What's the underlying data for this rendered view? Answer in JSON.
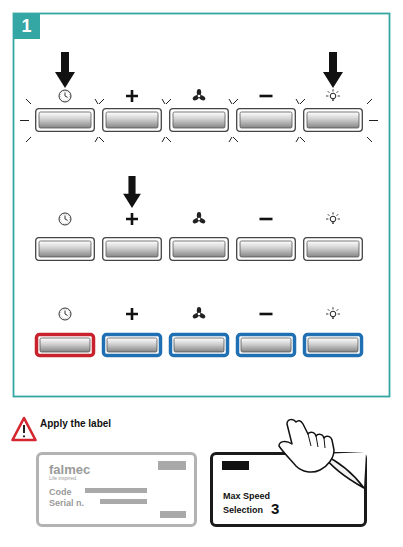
{
  "diagram": {
    "nodes": [
      {
        "text": [
          "1"
        ]
      },
      {
        "text": [
          "falmec",
          "Life inspired.",
          "Code",
          "Serial n."
        ]
      },
      {
        "text": [
          "Max Speed",
          "Selection",
          "3"
        ]
      }
    ],
    "labels": [
      "Apply the label"
    ]
  }
}
